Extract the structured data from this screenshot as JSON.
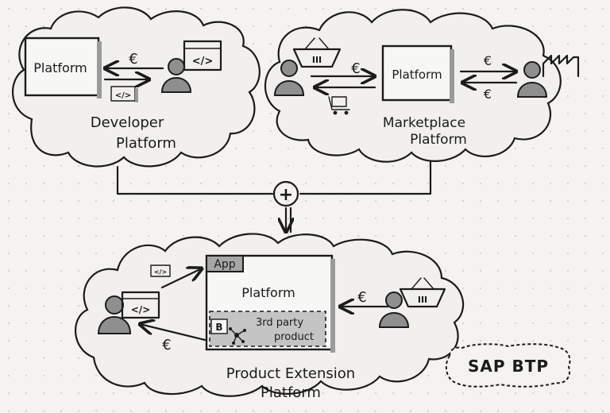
{
  "diagram": {
    "developer": {
      "platform_label": "Platform",
      "epsilon": "€",
      "code_glyph": "</>",
      "caption_line1": "Developer",
      "caption_line2": "Platform"
    },
    "marketplace": {
      "platform_label": "Platform",
      "epsilon_left": "€",
      "epsilon_right_top": "€",
      "epsilon_right_bottom": "€",
      "basket_glyph": "III",
      "caption_line1": "Marketplace",
      "caption_line2": "Platform"
    },
    "combine_symbol": "+",
    "product_extension": {
      "app_label": "App",
      "platform_label": "Platform",
      "third_party_line1": "3rd party",
      "third_party_line2": "product",
      "third_party_icon": "B",
      "code_glyph": "</>",
      "basket_glyph": "III",
      "epsilon_right": "€",
      "epsilon_bottom": "€",
      "caption_line1": "Product Extension",
      "caption_line2": "Platform"
    },
    "brand_badge": "SAP BTP"
  }
}
